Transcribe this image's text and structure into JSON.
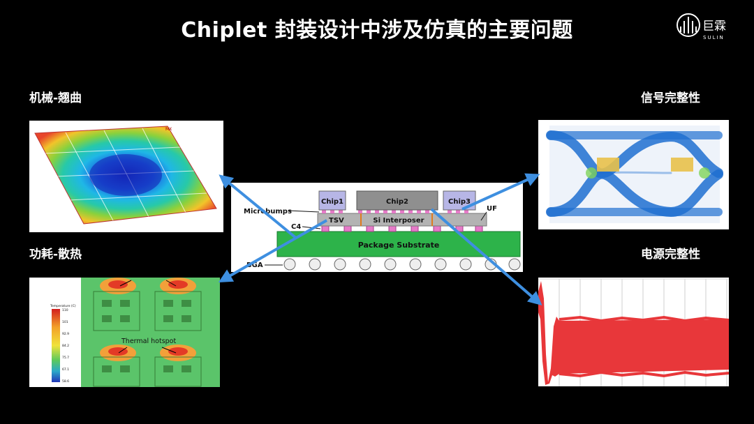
{
  "title": "Chiplet 封装设计中涉及仿真的主要问题",
  "logo": {
    "main": "巨霖",
    "sub": "SULIN",
    "icon": "sulin-logo-icon"
  },
  "panels": {
    "warpage": {
      "label": "机械-翘曲",
      "tag": "MX"
    },
    "signal_integrity": {
      "label": "信号完整性"
    },
    "thermal": {
      "label": "功耗-散热",
      "annotation": "Thermal hotspot",
      "legend_title": "Temperature (C)",
      "legend_ticks": [
        "110",
        "101",
        "92.9",
        "84.2",
        "75.7",
        "67.1",
        "58.6"
      ]
    },
    "power_integrity": {
      "label": "电源完整性"
    }
  },
  "package": {
    "chips": [
      "Chip1",
      "Chip2",
      "Chip3"
    ],
    "interposer": "Si Interposer",
    "substrate": "Package Substrate",
    "labels": {
      "microbumps": "Microbumps",
      "tsv": "TSV",
      "c4": "C4",
      "bga": "BGA",
      "uf": "UF"
    }
  },
  "colors": {
    "arrow": "#3e8fe0",
    "substrate": "#2db34a",
    "power_noise": "#e8373a"
  }
}
